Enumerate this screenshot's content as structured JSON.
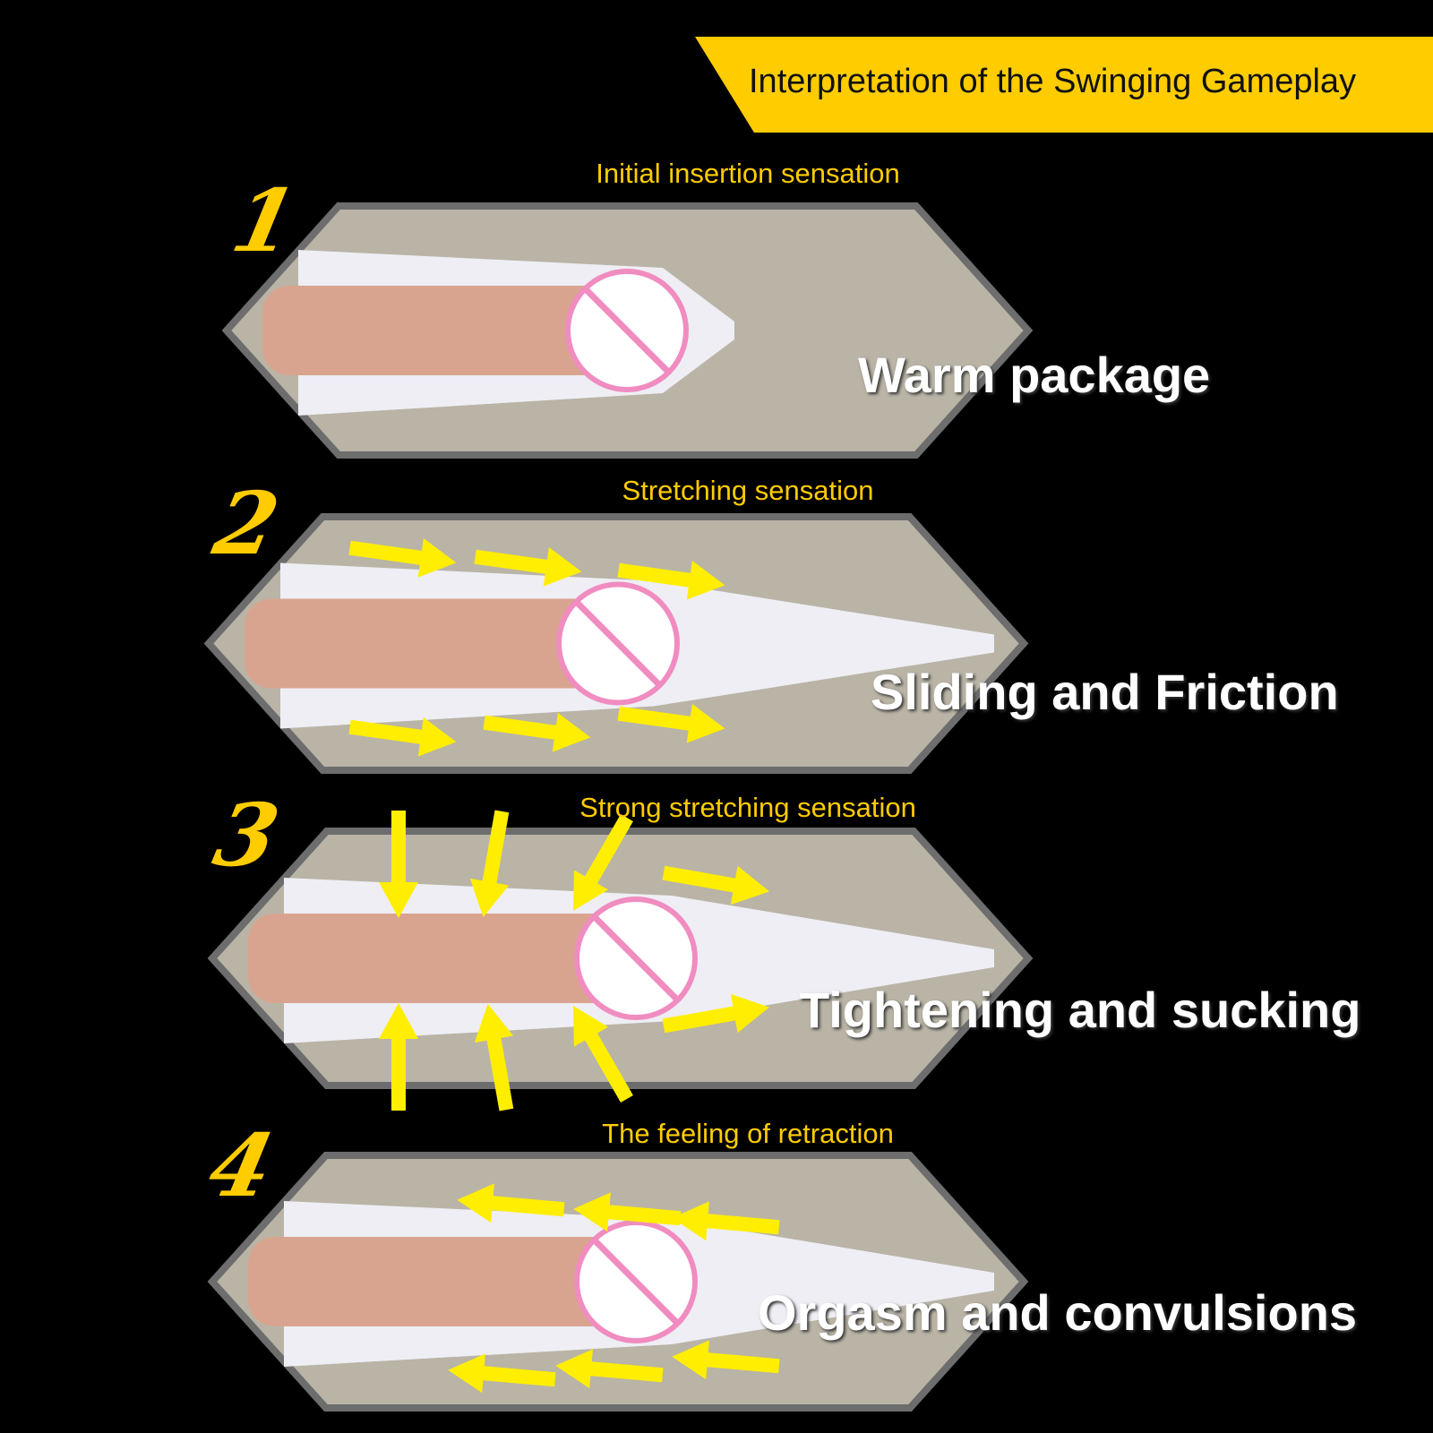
{
  "banner": {
    "title": "Interpretation of the Swinging Gameplay"
  },
  "colors": {
    "accent": "#ffcc00",
    "arrow": "#ffee00",
    "censor": "#f08cc0",
    "background": "#000000"
  },
  "steps": [
    {
      "number": "1",
      "subtitle": "Initial insertion sensation",
      "caption": "Warm package",
      "arrows": "none"
    },
    {
      "number": "2",
      "subtitle": "Stretching sensation",
      "caption": "Sliding and Friction",
      "arrows": "right"
    },
    {
      "number": "3",
      "subtitle": "Strong stretching sensation",
      "caption": "Tightening and sucking",
      "arrows": "squeeze"
    },
    {
      "number": "4",
      "subtitle": "The feeling of retraction",
      "caption": "Orgasm and convulsions",
      "arrows": "left"
    }
  ]
}
